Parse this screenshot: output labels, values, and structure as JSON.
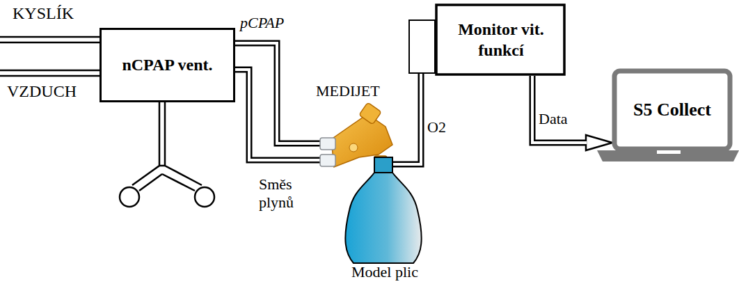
{
  "diagram": {
    "nodes": [
      {
        "text": [
          "nCPAP vent."
        ]
      },
      {
        "text": [
          "MEDIJET"
        ]
      },
      {
        "text": [
          "Model plic"
        ]
      },
      {
        "text": [
          "Monitor vit. funkcí"
        ]
      },
      {
        "text": [
          "S5 Collect"
        ]
      }
    ],
    "edges": [
      {
        "from": 0,
        "to": 1,
        "label": "pCPAP",
        "arrow": "none"
      },
      {
        "from": 0,
        "to": 1,
        "label": "Směs plynů",
        "arrow": "none"
      },
      {
        "from": 2,
        "to": 3,
        "label": "O2",
        "arrow": "none"
      },
      {
        "from": 3,
        "to": 4,
        "label": "Data",
        "arrow": "to"
      }
    ],
    "labels": [
      "KYSLÍK",
      "VZDUCH"
    ]
  }
}
